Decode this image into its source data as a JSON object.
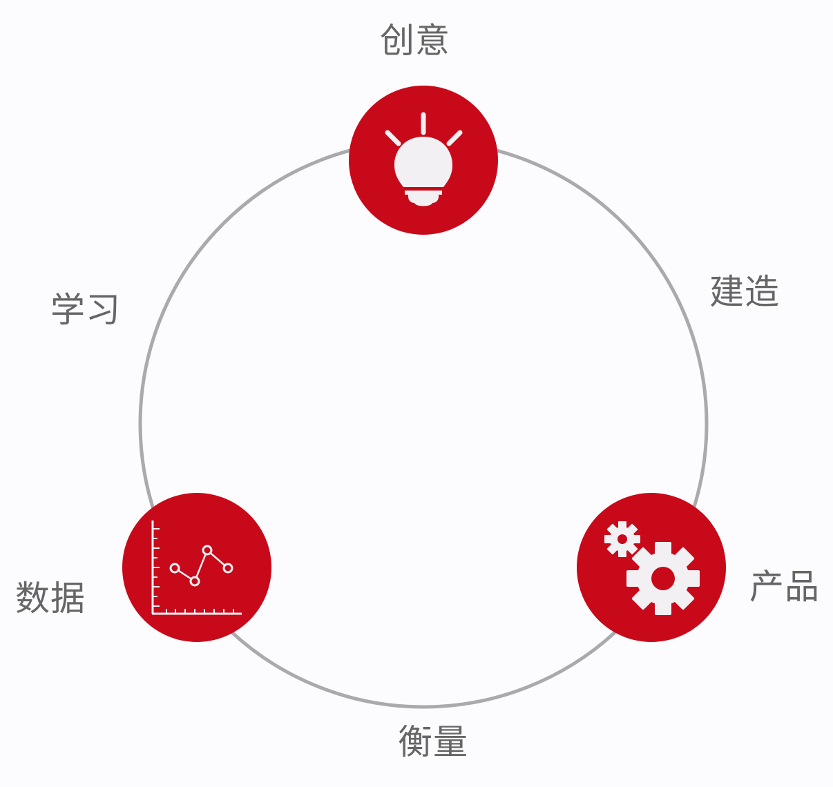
{
  "colors": {
    "background": "#fcfbfd",
    "ring": "#aaa9ac",
    "node_fill": "#c8091a",
    "icon": "#f2f0f3",
    "label_text": "#666666"
  },
  "labels": {
    "idea": "创意",
    "build": "建造",
    "product": "产品",
    "measure": "衡量",
    "data": "数据",
    "learn": "学习"
  },
  "nodes": [
    {
      "id": "idea",
      "icon": "lightbulb-icon"
    },
    {
      "id": "product",
      "icon": "gears-icon"
    },
    {
      "id": "data",
      "icon": "line-chart-icon"
    }
  ]
}
